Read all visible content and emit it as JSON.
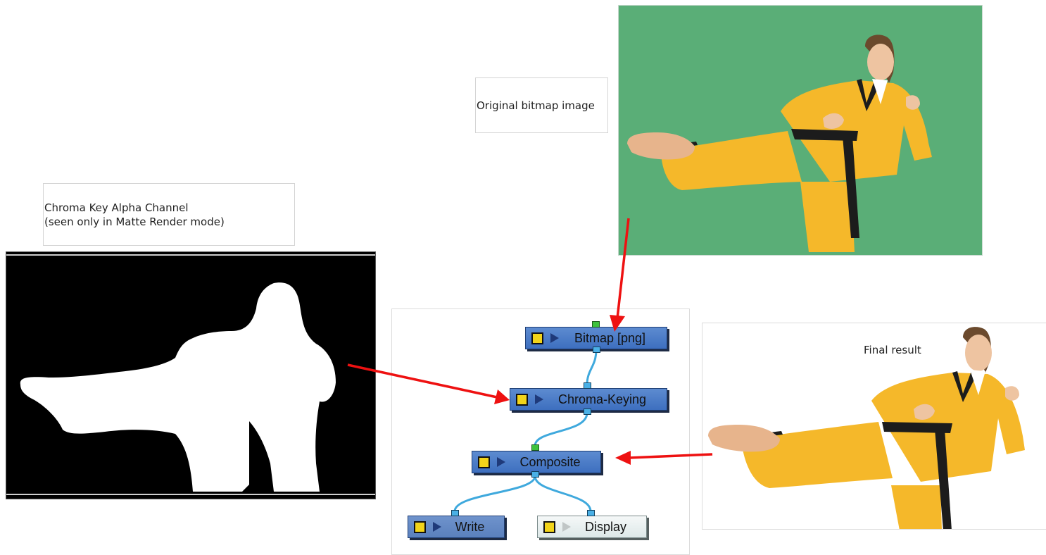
{
  "labels": {
    "original": "Original bitmap image",
    "matte_line1": "Chroma Key Alpha Channel",
    "matte_line2": "(seen only in Matte Render mode)",
    "final": "Final result"
  },
  "nodes": {
    "bitmap": "Bitmap  [png]",
    "chroma": "Chroma-Keying",
    "composite": "Composite",
    "write": "Write",
    "display": "Display"
  },
  "colors": {
    "green_screen": "#5aae77",
    "node_blue": "#4a7bc8",
    "arrow_red": "#ee1111",
    "cable": "#3fa9dd",
    "gi_yellow": "#f5b82a"
  }
}
